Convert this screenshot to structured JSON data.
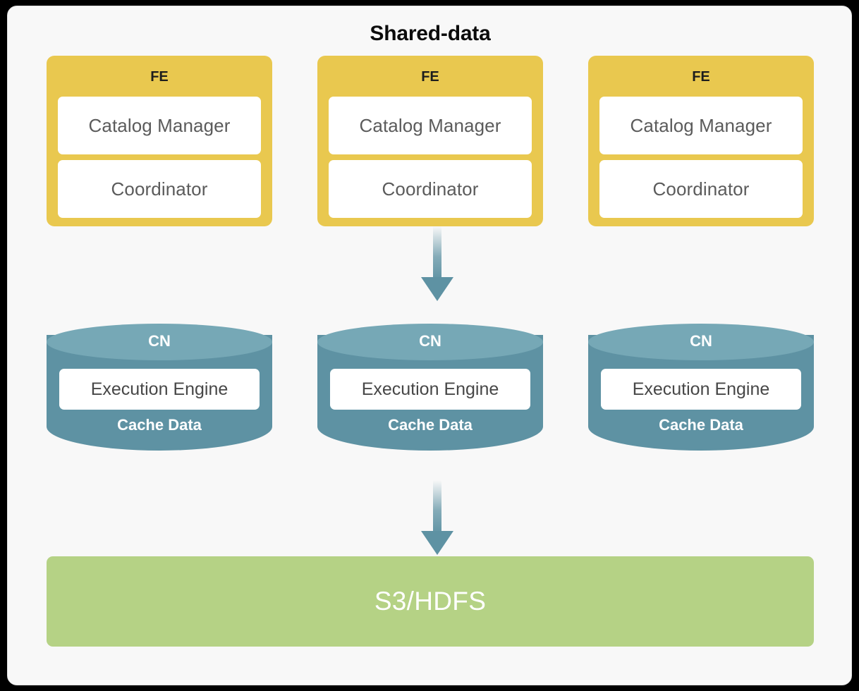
{
  "diagram": {
    "title": "Shared-data",
    "background_color": "#f8f8f8",
    "frame_color": "#e2e2e2"
  },
  "colors": {
    "fe_fill": "#e9c84f",
    "fe_text": "#1d1d1d",
    "cn_body": "#5e92a3",
    "cn_top": "#76a8b6",
    "cn_text": "#ffffff",
    "storage_fill": "#b5d285",
    "storage_text": "#ffffff",
    "sub_box_fill": "#ffffff",
    "sub_box_text": "#5b5b5b",
    "arrow": "#5e92a3"
  },
  "fe_row": {
    "nodes": [
      {
        "title": "FE",
        "components": [
          {
            "label": "Catalog Manager"
          },
          {
            "label": "Coordinator"
          }
        ]
      },
      {
        "title": "FE",
        "components": [
          {
            "label": "Catalog Manager"
          },
          {
            "label": "Coordinator"
          }
        ]
      },
      {
        "title": "FE",
        "components": [
          {
            "label": "Catalog Manager"
          },
          {
            "label": "Coordinator"
          }
        ]
      }
    ]
  },
  "cn_row": {
    "nodes": [
      {
        "title": "CN",
        "engine": "Execution Engine",
        "cache": "Cache Data"
      },
      {
        "title": "CN",
        "engine": "Execution Engine",
        "cache": "Cache Data"
      },
      {
        "title": "CN",
        "engine": "Execution Engine",
        "cache": "Cache Data"
      }
    ]
  },
  "arrows": [
    {
      "name": "fe-to-cn-arrow",
      "direction": "down"
    },
    {
      "name": "cn-to-storage-arrow",
      "direction": "down"
    }
  ],
  "storage": {
    "label": "S3/HDFS"
  }
}
